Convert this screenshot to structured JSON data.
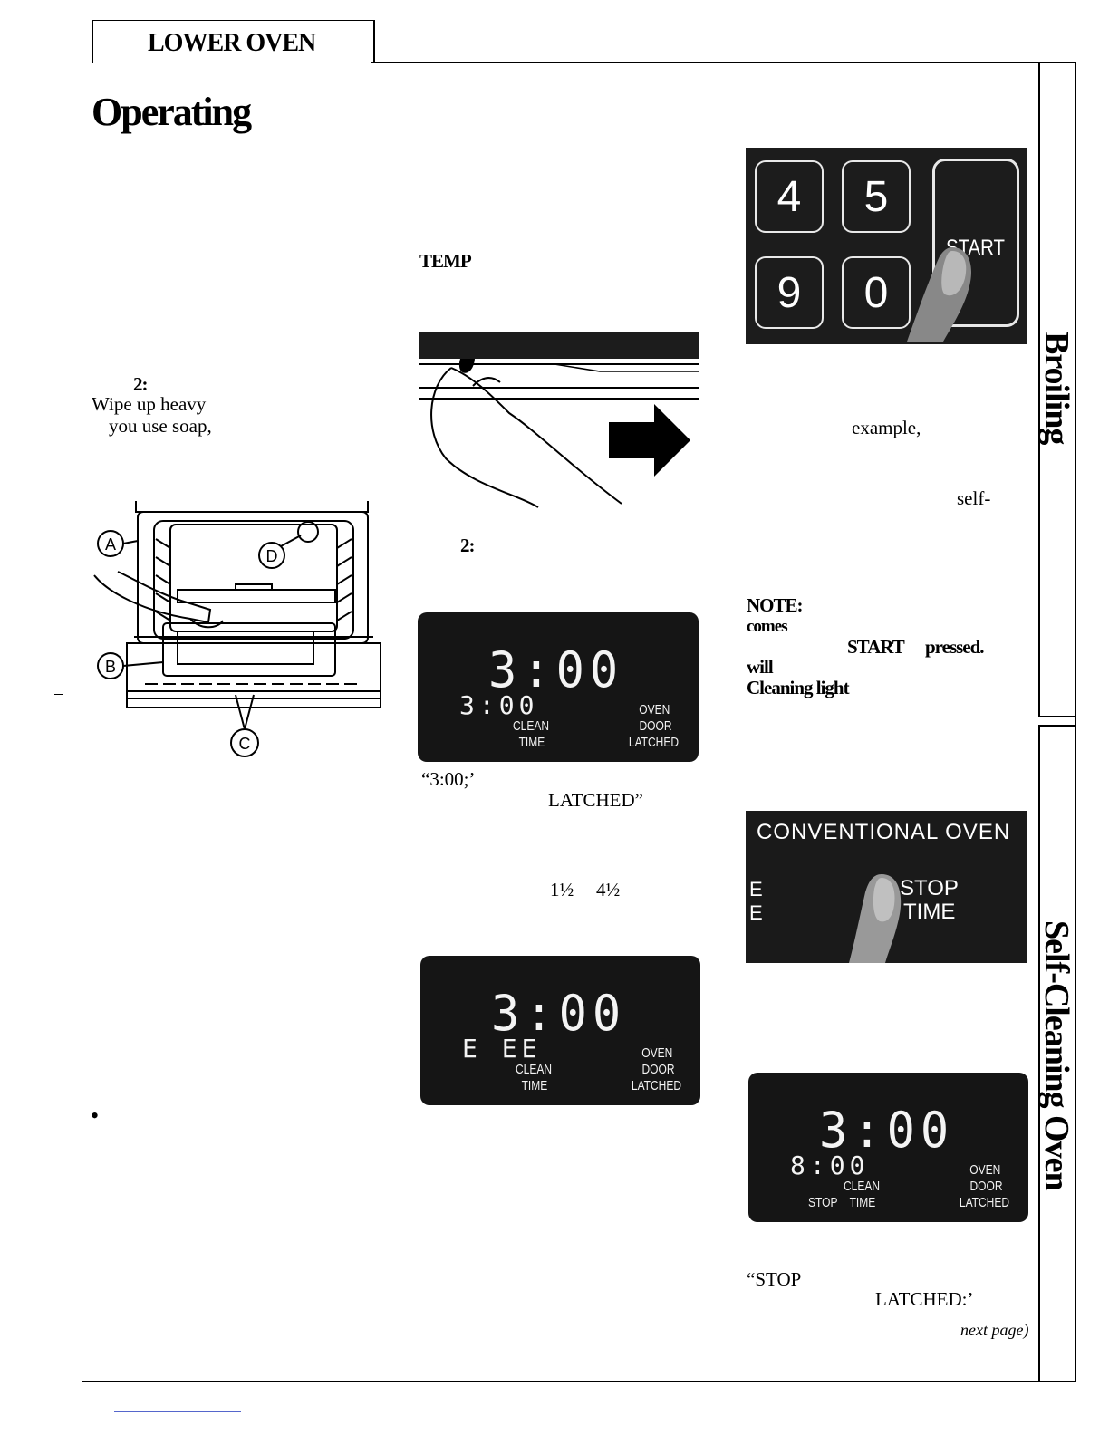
{
  "header": {
    "section_label": "LOWER OVEN",
    "page_title": "Operating"
  },
  "side_tabs": {
    "tab1": "Broiling",
    "tab2": "Self-Cleaning Oven"
  },
  "left_col": {
    "step_label": "2:",
    "line1": "Wipe up heavy",
    "line2": "you use soap,",
    "diagram_callouts": [
      "A",
      "B",
      "C",
      "D"
    ],
    "bullet": "•"
  },
  "mid_col": {
    "temp_label": "TEMP",
    "step_label": "2:",
    "text_300": "“3:00;’",
    "text_latched": "LATCHED”",
    "text_range_a": "1½",
    "text_range_b": "4½"
  },
  "right_col": {
    "text_example": "example,",
    "text_self": "self-",
    "note_label": "NOTE:",
    "note_comes": "comes",
    "note_start": "START",
    "note_pressed": "pressed.",
    "note_will": "will",
    "note_cleaning": "Cleaning light",
    "text_stop": "“STOP",
    "text_latched2": "LATCHED:’",
    "next_page": "next page)"
  },
  "keypad": {
    "keys": [
      "4",
      "5",
      "9",
      "0"
    ],
    "start_label": "START"
  },
  "display1": {
    "main": "3:00",
    "sub": "3:00",
    "clean": "CLEAN",
    "time": "TIME",
    "oven": "OVEN",
    "door": "DOOR",
    "latched": "LATCHED"
  },
  "display2": {
    "main": "3:00",
    "sub": "E EE",
    "clean": "CLEAN",
    "time": "TIME",
    "oven": "OVEN",
    "door": "DOOR",
    "latched": "LATCHED"
  },
  "conv_panel": {
    "title": "CONVENTIONAL OVEN",
    "e1": "E",
    "e2": "E",
    "stop": "STOP",
    "time": "TIME"
  },
  "display3": {
    "main": "3:00",
    "sub": "8:00",
    "stop": "STOP",
    "clean": "CLEAN",
    "time": "TIME",
    "oven": "OVEN",
    "door": "DOOR",
    "latched": "LATCHED"
  }
}
